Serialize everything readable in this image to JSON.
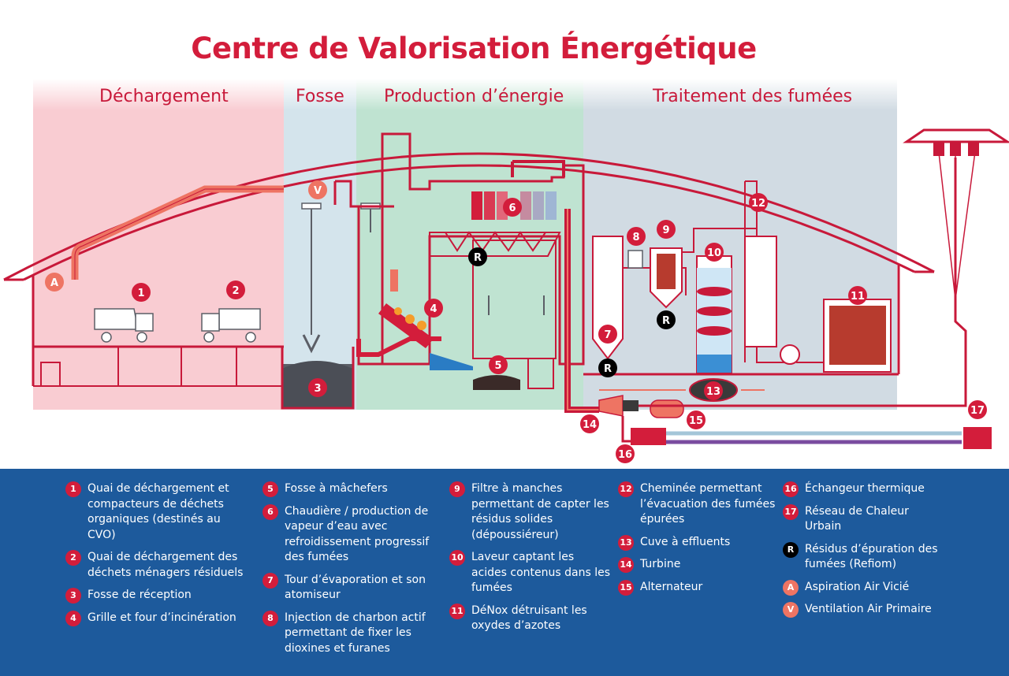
{
  "title": "Centre de Valorisation Énergétique",
  "sections": [
    "Déchargement",
    "Fosse",
    "Production d’énergie",
    "Traitement des fumées"
  ],
  "colors": {
    "accent": "#d31d3b",
    "legend_bg": "#1d5a9c",
    "residue": "#000000",
    "air": "#ee7463"
  },
  "markers": {
    "n1": "1",
    "n2": "2",
    "n3": "3",
    "n4": "4",
    "n5": "5",
    "n6": "6",
    "n7": "7",
    "n8": "8",
    "n9": "9",
    "n10": "10",
    "n11": "11",
    "n12": "12",
    "n13": "13",
    "n14": "14",
    "n15": "15",
    "n16": "16",
    "n17": "17",
    "a": "A",
    "v": "V",
    "r": "R"
  },
  "legend": [
    [
      {
        "badge": "1",
        "text": "Quai de déchargement et compacteurs de déchets organiques (destinés au CVO)"
      },
      {
        "badge": "2",
        "text": "Quai de déchargement des déchets ménagers résiduels"
      },
      {
        "badge": "3",
        "text": "Fosse de réception"
      },
      {
        "badge": "4",
        "text": "Grille et four d’incinération"
      }
    ],
    [
      {
        "badge": "5",
        "text": "Fosse à mâchefers"
      },
      {
        "badge": "6",
        "text": "Chaudière / production de vapeur d’eau avec refroidissement progressif des fumées"
      },
      {
        "badge": "7",
        "text": "Tour d’évaporation et son atomiseur"
      },
      {
        "badge": "8",
        "text": "Injection de charbon actif permettant de fixer les dioxines et furanes"
      }
    ],
    [
      {
        "badge": "9",
        "text": "Filtre à manches permettant de capter les résidus solides (dépoussiéreur)"
      },
      {
        "badge": "10",
        "text": "Laveur captant les acides contenus dans les fumées"
      },
      {
        "badge": "11",
        "text": "DéNox détruisant les oxydes d’azotes"
      }
    ],
    [
      {
        "badge": "12",
        "text": "Cheminée permettant l’évacuation des fumées épurées"
      },
      {
        "badge": "13",
        "text": "Cuve à effluents"
      },
      {
        "badge": "14",
        "text": "Turbine"
      },
      {
        "badge": "15",
        "text": "Alternateur"
      }
    ],
    [
      {
        "badge": "16",
        "text": "Échangeur thermique"
      },
      {
        "badge": "17",
        "text": "Réseau de Chaleur Urbain"
      },
      {
        "badge": "R",
        "text": "Résidus d’épuration des fumées (Refiom)"
      },
      {
        "badge": "A",
        "text": "Aspiration Air Vicié"
      },
      {
        "badge": "V",
        "text": "Ventilation Air Primaire"
      }
    ]
  ]
}
